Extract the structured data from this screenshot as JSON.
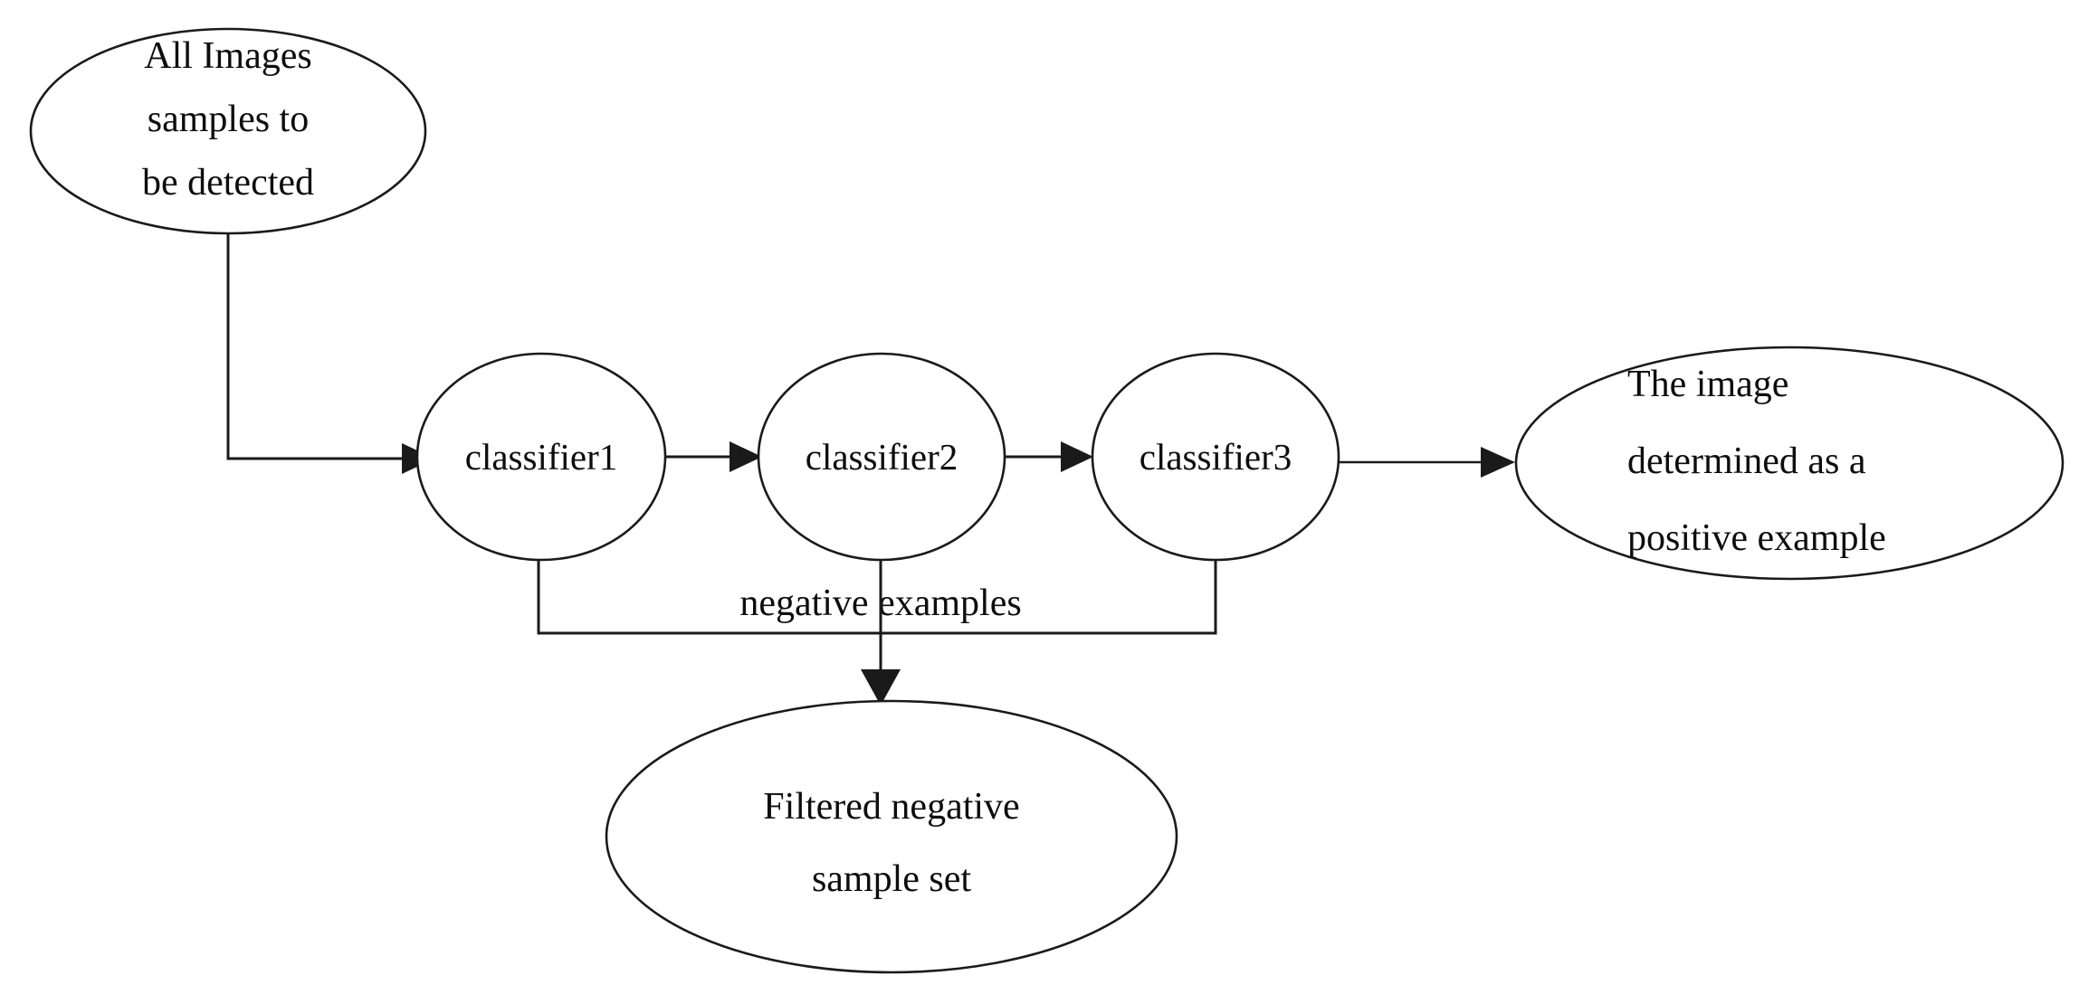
{
  "diagram": {
    "title": "Cascade classifier detection flow",
    "background_color": "#ffffff",
    "stroke_color": "#1a1a1a",
    "text_color": "#0d0d0d",
    "nodes": {
      "input": {
        "shape": "ellipse",
        "lines": [
          "All Images",
          "samples to",
          "be detected"
        ]
      },
      "classifier1": {
        "shape": "circle",
        "label": "classifier1"
      },
      "classifier2": {
        "shape": "circle",
        "label": "classifier2"
      },
      "classifier3": {
        "shape": "circle",
        "label": "classifier3"
      },
      "positive_output": {
        "shape": "ellipse",
        "lines": [
          "The image",
          "determined as a",
          "positive example"
        ]
      },
      "negative_output": {
        "shape": "ellipse",
        "lines": [
          "Filtered negative",
          "sample set"
        ]
      }
    },
    "edges": {
      "input_to_c1": {
        "label": ""
      },
      "c1_to_c2": {
        "label": ""
      },
      "c2_to_c3": {
        "label": ""
      },
      "c3_to_positive": {
        "label": ""
      },
      "negatives_to_set": {
        "label": "negative examples"
      }
    }
  }
}
